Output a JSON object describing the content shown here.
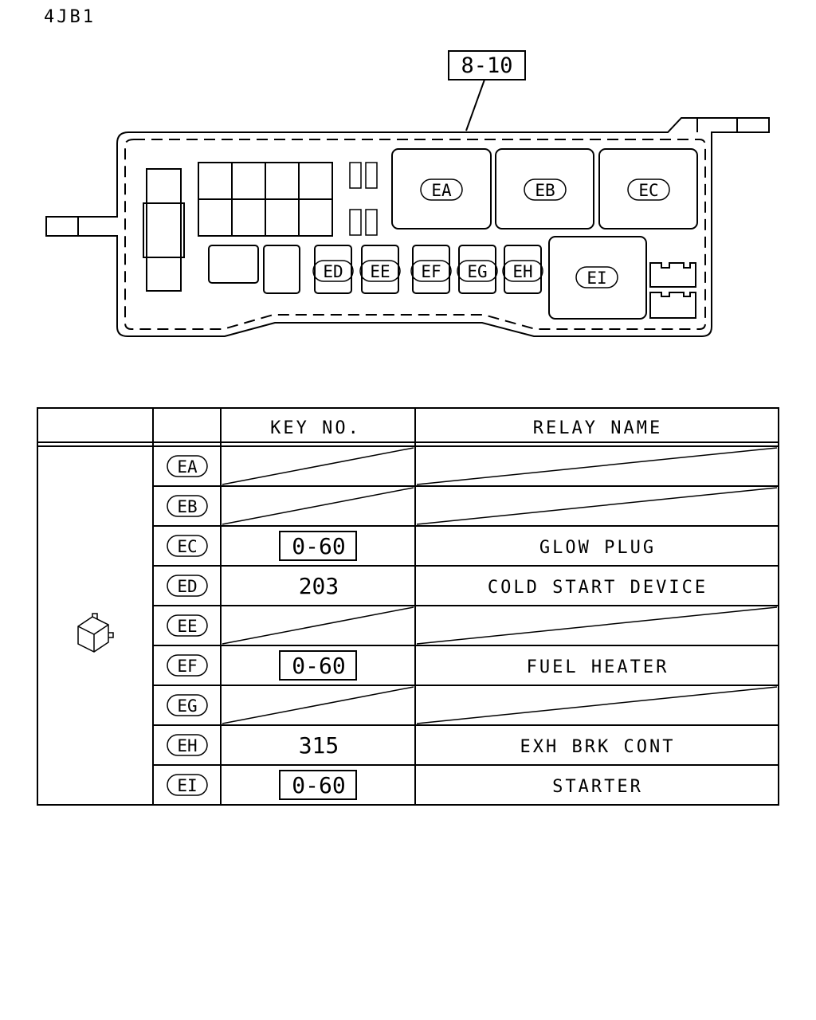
{
  "engine_code": "4JB1",
  "reference": "8-10",
  "fuse_box": {
    "upper_relays": [
      "EA",
      "EB",
      "EC"
    ],
    "lower_relays": [
      "ED",
      "EE",
      "EF",
      "EG",
      "EH"
    ],
    "large_relay": "EI"
  },
  "table": {
    "header": {
      "key_no": "KEY NO.",
      "relay_name": "RELAY NAME"
    },
    "row_icon": "relay-icon",
    "rows": [
      {
        "code": "EA",
        "key_no": "",
        "boxed": false,
        "relay_name": ""
      },
      {
        "code": "EB",
        "key_no": "",
        "boxed": false,
        "relay_name": ""
      },
      {
        "code": "EC",
        "key_no": "0-60",
        "boxed": true,
        "relay_name": "GLOW PLUG"
      },
      {
        "code": "ED",
        "key_no": "203",
        "boxed": false,
        "relay_name": "COLD START DEVICE"
      },
      {
        "code": "EE",
        "key_no": "",
        "boxed": false,
        "relay_name": ""
      },
      {
        "code": "EF",
        "key_no": "0-60",
        "boxed": true,
        "relay_name": "FUEL HEATER"
      },
      {
        "code": "EG",
        "key_no": "",
        "boxed": false,
        "relay_name": ""
      },
      {
        "code": "EH",
        "key_no": "315",
        "boxed": false,
        "relay_name": "EXH BRK CONT"
      },
      {
        "code": "EI",
        "key_no": "0-60",
        "boxed": true,
        "relay_name": "STARTER"
      }
    ]
  }
}
